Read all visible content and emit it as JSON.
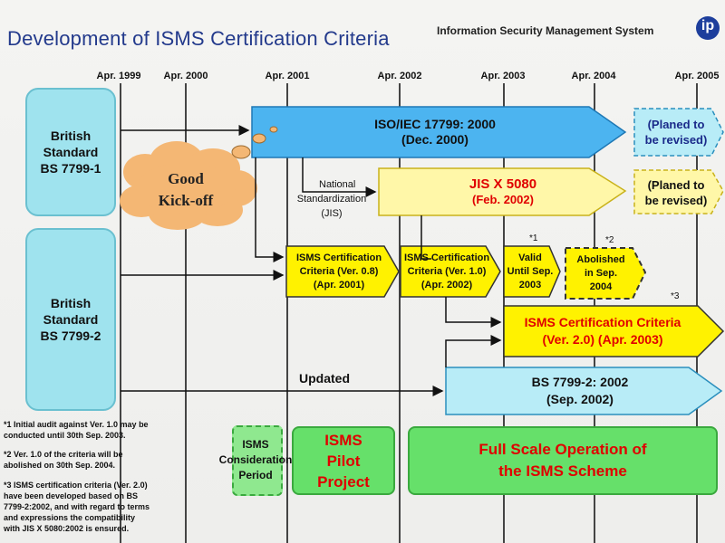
{
  "header": {
    "title": "Development of ISMS Certification Criteria",
    "subtitle": "Information Security Management System",
    "logo_text": "ip"
  },
  "timeline": [
    "Apr. 1999",
    "Apr. 2000",
    "Apr. 2001",
    "Apr. 2002",
    "Apr. 2003",
    "Apr. 2004",
    "Apr. 2005"
  ],
  "standards": {
    "bs1": [
      "British",
      "Standard",
      "BS 7799-1"
    ],
    "bs2": [
      "British",
      "Standard",
      "BS 7799-2"
    ]
  },
  "kickoff": [
    "Good",
    "Kick-off"
  ],
  "arrows": {
    "iso": [
      "ISO/IEC 17799: 2000",
      "(Dec. 2000)"
    ],
    "planed1": [
      "(Planed to",
      "be revised)"
    ],
    "jis": [
      "JIS X 5080",
      "(Feb. 2002)"
    ],
    "planed2": [
      "(Planed to",
      "be revised)"
    ],
    "v08": [
      "ISMS Certification",
      "Criteria (Ver. 0.8)",
      "(Apr. 2001)"
    ],
    "v10": [
      "ISMS Certification",
      "Criteria (Ver. 1.0)",
      "(Apr. 2002)"
    ],
    "valid": [
      "Valid",
      "Until Sep.",
      "2003"
    ],
    "abolished": [
      "Abolished",
      "in Sep.",
      "2004"
    ],
    "v20": [
      "ISMS Certification Criteria",
      "(Ver. 2.0) (Apr. 2003)"
    ],
    "bs2002": [
      "BS 7799-2: 2002",
      "(Sep. 2002)"
    ]
  },
  "labels": {
    "national": [
      "National",
      "Standardization",
      "(JIS)"
    ],
    "updated": "Updated",
    "mark1": "*1",
    "mark2": "*2",
    "mark3": "*3"
  },
  "phases": {
    "consideration": [
      "ISMS",
      "Consideration",
      "Period"
    ],
    "pilot": [
      "ISMS",
      "Pilot",
      "Project"
    ],
    "full": [
      "Full Scale Operation of",
      "the ISMS Scheme"
    ]
  },
  "notes": {
    "n1": [
      "*1 Initial audit against Ver. 1.0 may be",
      "conducted until 30th Sep. 2003."
    ],
    "n2": [
      "*2  Ver. 1.0 of the criteria will be",
      "abolished on 30th Sep. 2004."
    ],
    "n3": [
      "*3 ISMS certification criteria (Ver. 2.0)",
      "have been developed based on BS",
      "7799-2:2002, and with regard to terms",
      "and expressions  the  compatibility",
      "with JIS X 5080:2002 is ensured."
    ]
  },
  "colors": {
    "iso_fill": "#4cb4f0",
    "light_blue": "#b8ecf7",
    "yellow": "#fff200",
    "pale_yellow": "#fff7a8",
    "red_text": "#e00000",
    "green": "#66e06a",
    "cloud": "#f4b774"
  }
}
